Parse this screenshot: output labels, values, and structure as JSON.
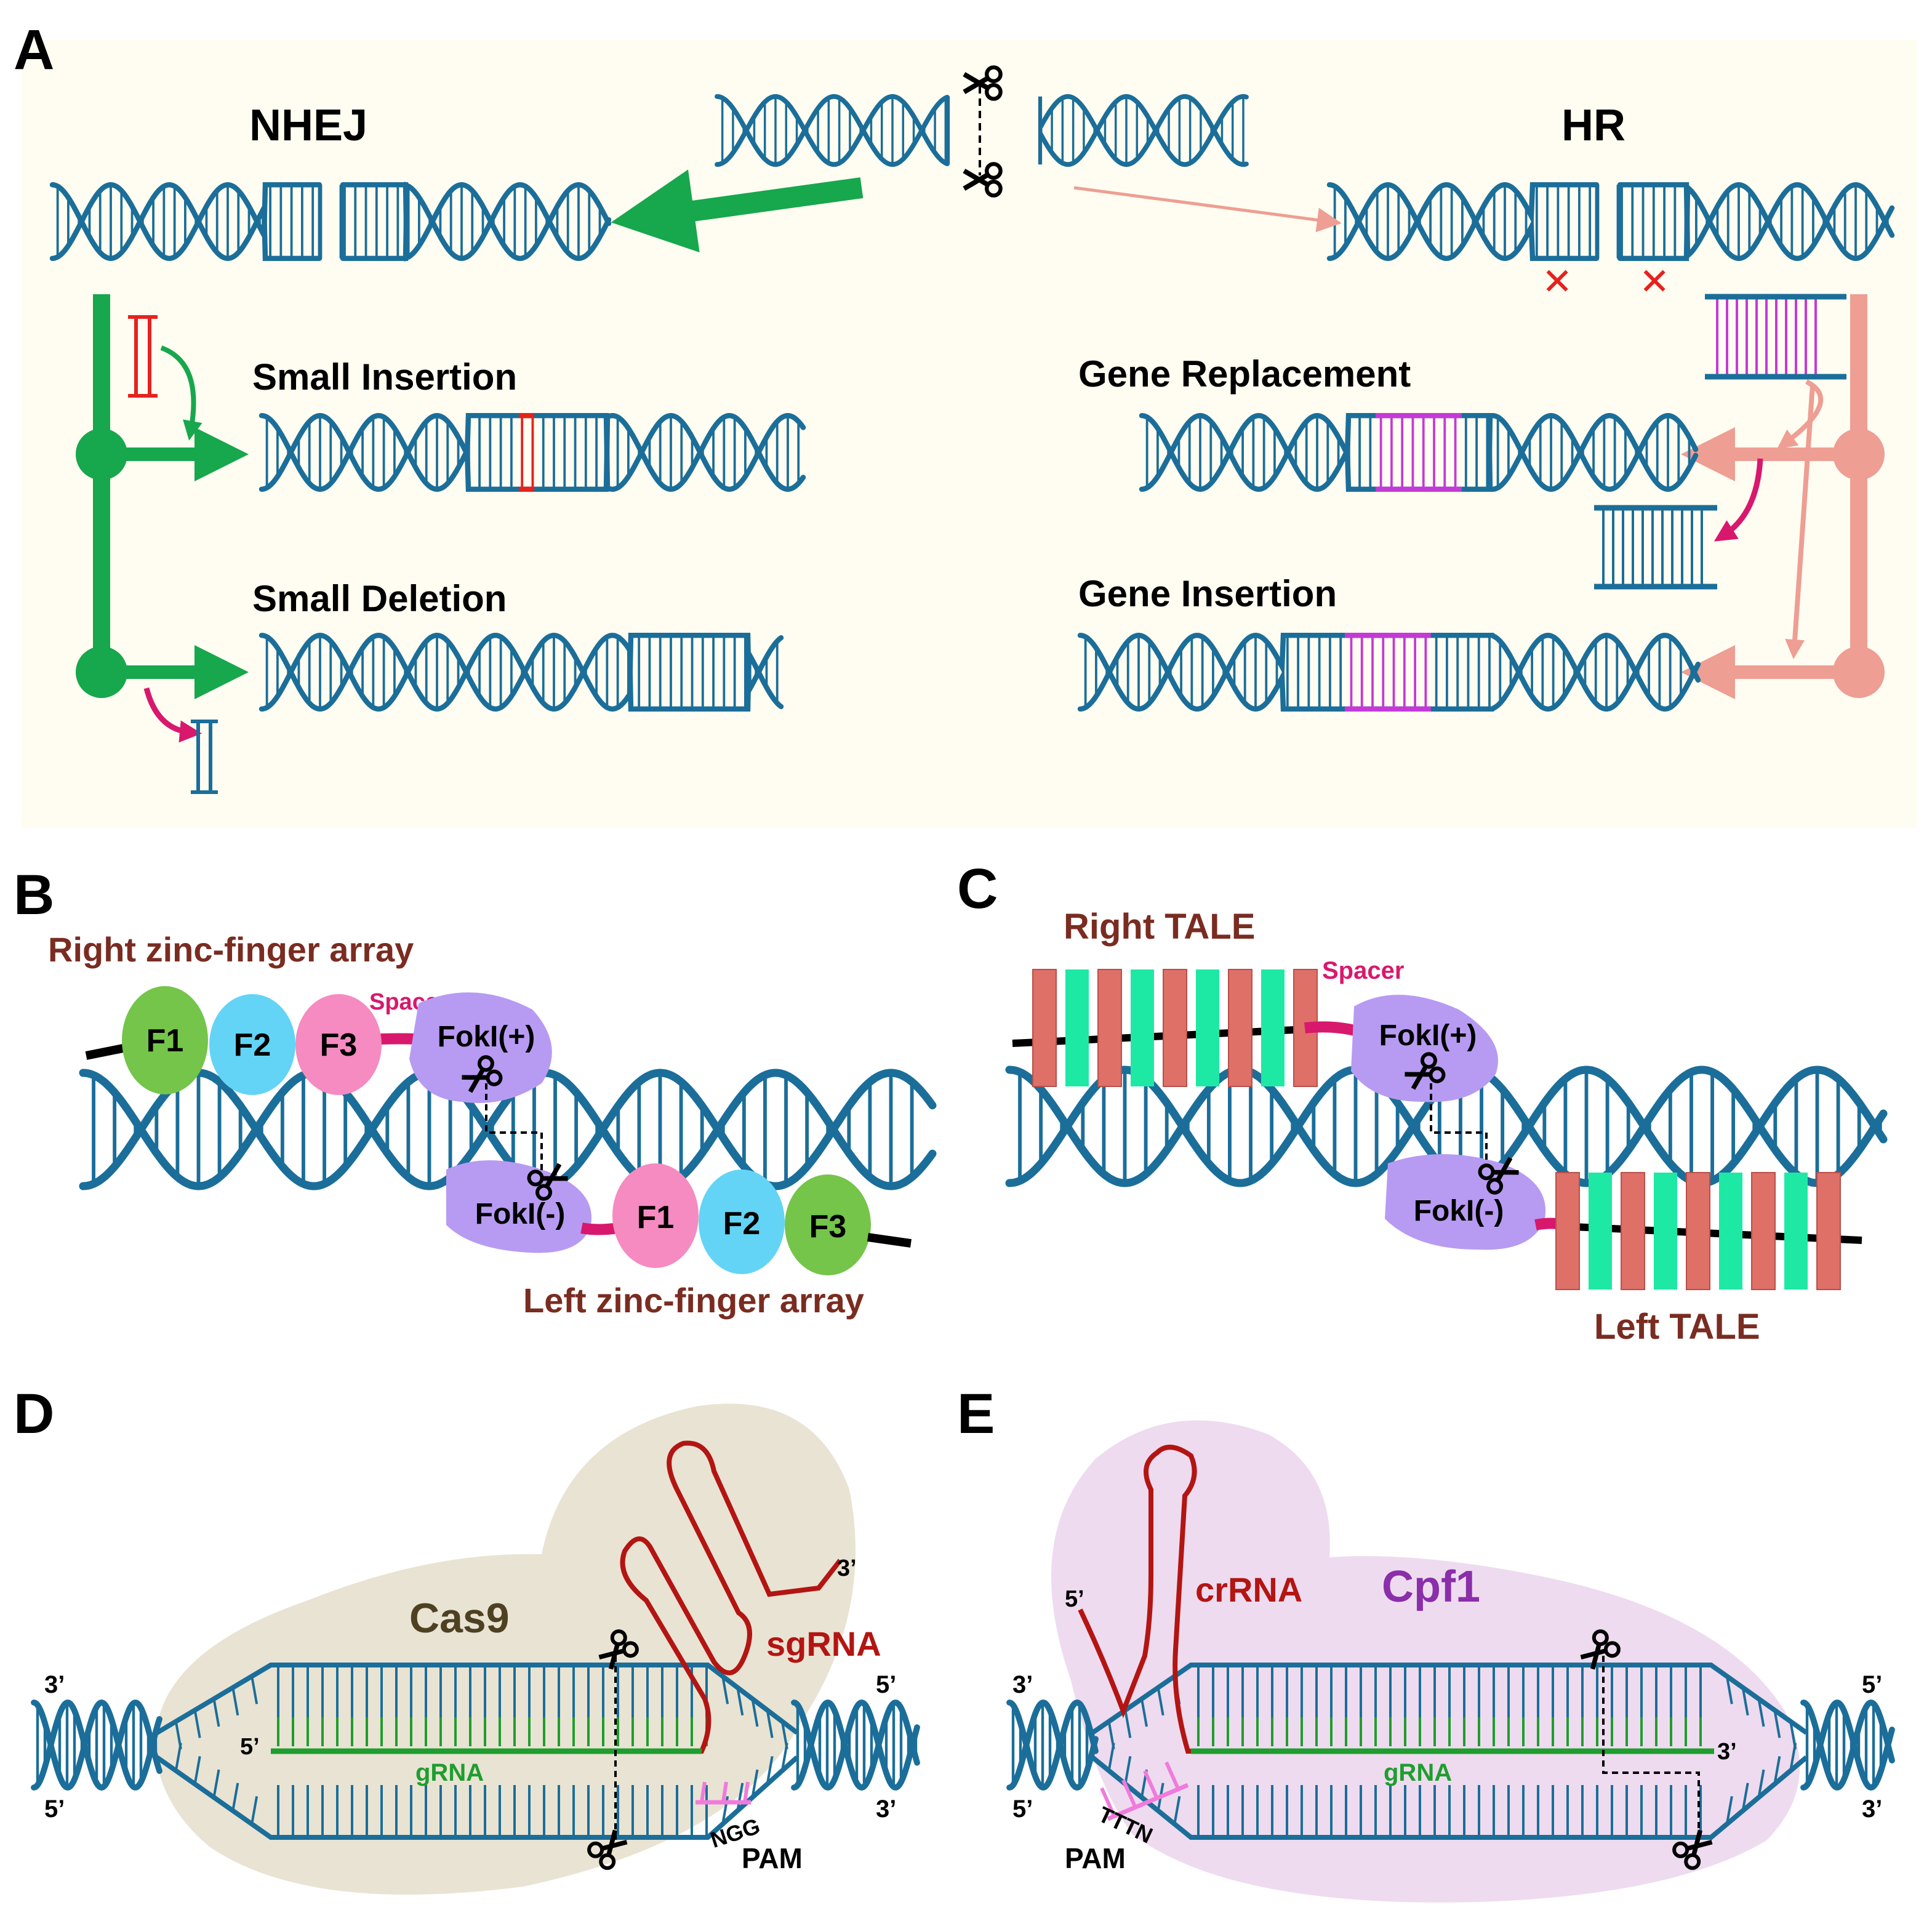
{
  "panels": {
    "A": {
      "letter": "A",
      "nhej": "NHEJ",
      "hr": "HR",
      "small_insertion": "Small Insertion",
      "small_deletion": "Small Deletion",
      "gene_replacement": "Gene Replacement",
      "gene_insertion": "Gene Insertion"
    },
    "B": {
      "letter": "B",
      "right_array": "Right zinc-finger array",
      "left_array": "Left zinc-finger array",
      "spacer": "Spacer",
      "fokl_plus": "FokI(+)",
      "fokl_minus": "FokI(-)",
      "fingers_top": [
        "F1",
        "F2",
        "F3"
      ],
      "fingers_bottom": [
        "F1",
        "F2",
        "F3"
      ]
    },
    "C": {
      "letter": "C",
      "right_tale": "Right TALE",
      "left_tale": "Left TALE",
      "spacer": "Spacer",
      "fokl_plus": "FokI(+)",
      "fokl_minus": "FokI(-)"
    },
    "D": {
      "letter": "D",
      "protein": "Cas9",
      "rna": "sgRNA",
      "grna": "gRNA",
      "pam": "PAM",
      "pam_seq": "NGG",
      "five_prime": "5’",
      "three_prime": "3’"
    },
    "E": {
      "letter": "E",
      "protein": "Cpf1",
      "rna": "crRNA",
      "grna": "gRNA",
      "pam": "PAM",
      "pam_seq": "TTTN",
      "five_prime": "5’",
      "three_prime": "3’"
    }
  },
  "colors": {
    "dna": "#1b6e99",
    "nhej_green": "#17a74d",
    "hr_salmon": "#ee9e93",
    "insert_red": "#e5221e",
    "donor_purple": "#c43ad6",
    "arrow_magenta": "#d8186d",
    "panelA_bg": "#fffdf1",
    "fokl": "#b79bf2",
    "zf_green": "#74c54a",
    "zf_blue": "#63d4f5",
    "zf_pink": "#f58bc0",
    "tale_red": "#de7068",
    "tale_green": "#1ee9a4",
    "cas9_body": "#e9e3d3",
    "cpf1_body": "#eedbef",
    "rna_red": "#b31513",
    "grna_green": "#1e9e2e",
    "pam_pink": "#f07bdc",
    "label_brown": "#7a2c21",
    "cas9_text": "#4e4122",
    "cpf1_text": "#8a2eaa"
  }
}
